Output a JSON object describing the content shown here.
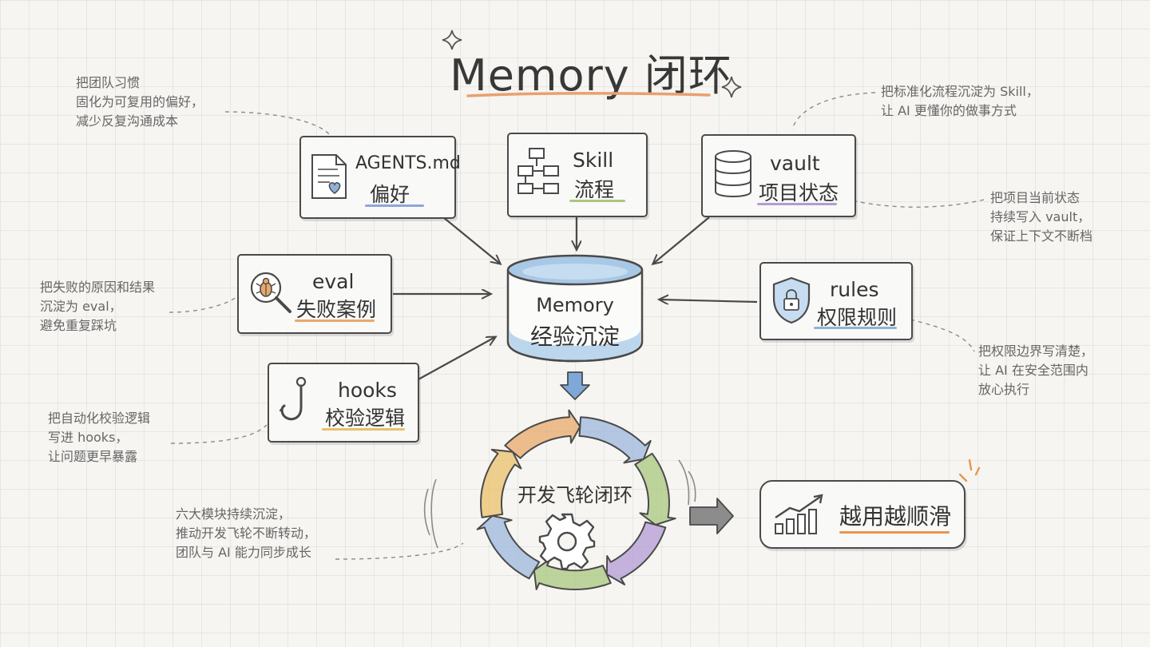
{
  "title": "Memory 闭环",
  "center": {
    "en": "Memory",
    "zh": "经验沉淀"
  },
  "modules": {
    "agents": {
      "en": "AGENTS.md",
      "zh": "偏好",
      "icon": "document-heart-icon",
      "accent": "#8fa4d8"
    },
    "skill": {
      "en": "Skill",
      "zh": "流程",
      "icon": "flowchart-icon",
      "accent": "#a9c77f"
    },
    "vault": {
      "en": "vault",
      "zh": "项目状态",
      "icon": "database-icon",
      "accent": "#b39bd6"
    },
    "eval": {
      "en": "eval",
      "zh": "失败案例",
      "icon": "bug-magnifier-icon",
      "accent": "#e9a86a"
    },
    "rules": {
      "en": "rules",
      "zh": "权限规则",
      "icon": "shield-lock-icon",
      "accent": "#8fb3d8"
    },
    "hooks": {
      "en": "hooks",
      "zh": "校验逻辑",
      "icon": "hook-icon",
      "accent": "#e9c06a"
    }
  },
  "notes": {
    "agents": [
      "把团队习惯",
      "固化为可复用的偏好，",
      "减少反复沟通成本"
    ],
    "skill": [
      "把标准化流程沉淀为 Skill，",
      "让 AI 更懂你的做事方式"
    ],
    "vault": [
      "把项目当前状态",
      "持续写入 vault，",
      "保证上下文不断档"
    ],
    "eval": [
      "把失败的原因和结果",
      "沉淀为 eval，",
      "避免重复踩坑"
    ],
    "rules": [
      "把权限边界写清楚，",
      "让 AI 在安全范围内",
      "放心执行"
    ],
    "hooks": [
      "把自动化校验逻辑",
      "写进 hooks，",
      "让问题更早暴露"
    ],
    "flywheel": [
      "六大模块持续沉淀，",
      "推动开发飞轮不断转动，",
      "团队与 AI 能力同步成长"
    ]
  },
  "flywheel": {
    "label": "开发飞轮闭环",
    "icon": "gear-icon",
    "colors": [
      "#9cb6dc",
      "#a9c77f",
      "#b39bd6",
      "#a9c77f",
      "#9cb6dc",
      "#e9c06a",
      "#e9a86a"
    ]
  },
  "result": {
    "label": "越用越顺滑",
    "icon": "rising-chart-icon",
    "accent": "#e8964f"
  },
  "colors": {
    "line": "#4a4a4a",
    "water": "#a9c8e6",
    "arrow_down": "#6f9fd6",
    "title_underline": "#e8a070"
  }
}
